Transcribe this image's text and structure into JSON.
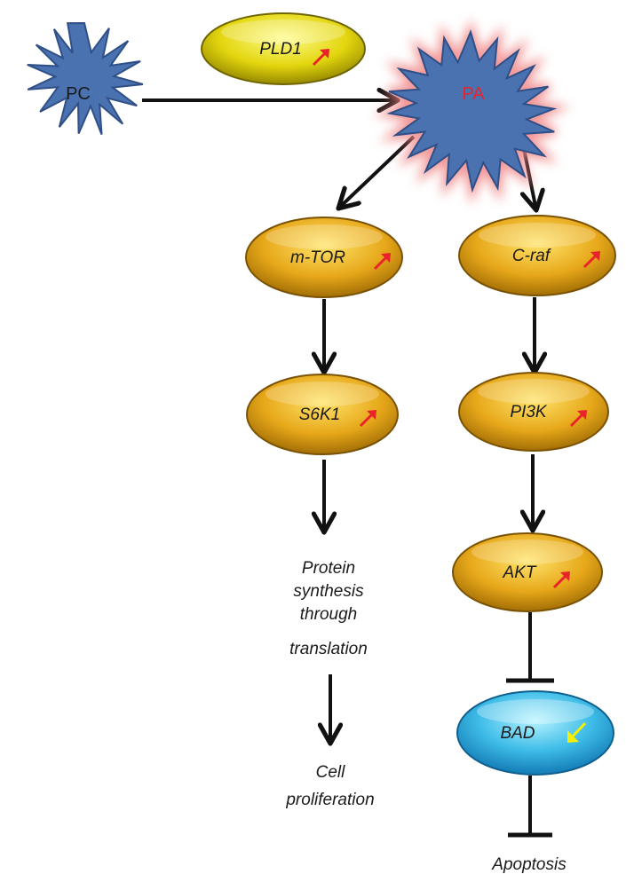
{
  "nodes": {
    "pc": {
      "label": "PC"
    },
    "pa": {
      "label": "PA"
    },
    "pld1": {
      "label": "PLD1",
      "trend": "up"
    },
    "mtor": {
      "label": "m-TOR",
      "trend": "up"
    },
    "craf": {
      "label": "C-raf",
      "trend": "up"
    },
    "s6k1": {
      "label": "S6K1",
      "trend": "up"
    },
    "pi3k": {
      "label": "PI3K",
      "trend": "up"
    },
    "akt": {
      "label": "AKT",
      "trend": "up"
    },
    "bad": {
      "label": "BAD",
      "trend": "down"
    }
  },
  "outcomes": {
    "protein": [
      "Protein",
      "synthesis",
      "through",
      "translation"
    ],
    "cell": [
      "Cell",
      "proliferation"
    ],
    "apoptosis": "Apoptosis"
  },
  "colors": {
    "star_fill": "#4a72b0",
    "star_stroke": "#2f4f86",
    "pa_label": "#e8242a",
    "pc_label": "#1a1a1a",
    "pa_glow": "#f4a7a7",
    "gold_light": "#ffd84a",
    "gold_dark": "#b47d06",
    "pld1_light": "#fff25a",
    "pld1_dark": "#a89a00",
    "bad_light": "#8fe6ff",
    "bad_dark": "#1c8fc8",
    "up_arrow": "#e8242a",
    "down_arrow": "#f4f000",
    "edge": "#111111"
  }
}
